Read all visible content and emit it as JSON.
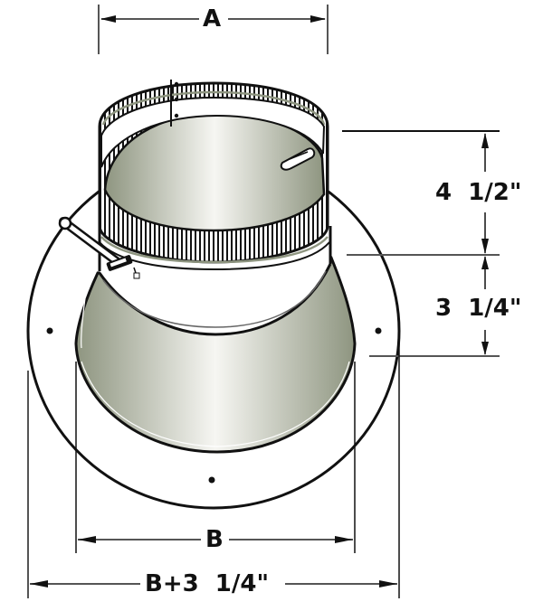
{
  "diagram": {
    "subject": "Round chimney/stove pipe adapter with flanged base, crimped top collar and damper",
    "colors": {
      "line": "#111111",
      "dimension_line": "#555555",
      "interior_shade_dark": "#8e9580",
      "interior_shade_light": "#f6f6f2",
      "background": "#ffffff"
    },
    "dimensions": {
      "top_diameter": {
        "label": "A"
      },
      "collar_height": {
        "label": "4  1/2\""
      },
      "cone_height": {
        "label": "3  1/4\""
      },
      "base_diameter": {
        "label": "B"
      },
      "flange_diameter": {
        "label": "B+3  1/4\""
      }
    },
    "parts": [
      {
        "name": "crimped-collar",
        "description": "Ribbed/crimped top collar of diameter A"
      },
      {
        "name": "damper-handle",
        "description": "Damper rod with handle on left side"
      },
      {
        "name": "damper-clip",
        "description": "Damper pivot clip on inner right wall"
      },
      {
        "name": "cone-transition",
        "description": "Tapered transition from A to B"
      },
      {
        "name": "base-flange",
        "description": "Round mounting flange with 3 screw holes"
      }
    ]
  }
}
